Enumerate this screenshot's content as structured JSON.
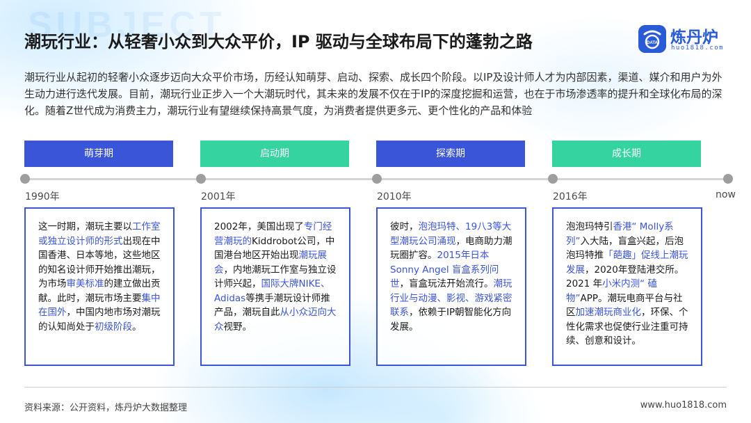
{
  "watermark": "SUBJECT",
  "title": "潮玩行业：从轻奢小众到大众平价，IP 驱动与全球布局下的蓬勃之路",
  "logo": {
    "name": "炼丹炉",
    "url": "huo1818.com",
    "mark_text": "DATA",
    "color": "#2a5bd7"
  },
  "intro": "潮玩行业从起初的轻奢小众逐步迈向大众平价市场，历经认知萌芽、启动、探索、成长四个阶段。以IP及设计师人才为内部因素，渠道、媒介和用户为外生动力进行迭代发展。目前，潮玩行业正步入一个大潮玩时代，其未来的发展不仅在于IP的深度挖掘和运营，也在于市场渗透率的提升和全球化布局的深化。随着Z世代成为消费主力，潮玩行业有望继续保持高景气度，为消费者提供更多元、更个性化的产品和体验",
  "colors": {
    "blue": "#3a55d8",
    "green": "#34d3a0",
    "timeline": "#d4d4d4",
    "dot": "#9e9e9e"
  },
  "phases": [
    {
      "label": "萌芽期",
      "color": "blue"
    },
    {
      "label": "启动期",
      "color": "green"
    },
    {
      "label": "探索期",
      "color": "blue"
    },
    {
      "label": "成长期",
      "color": "green"
    }
  ],
  "years": [
    "1990年",
    "2001年",
    "2010年",
    "2016年",
    "now"
  ],
  "descriptions": [
    [
      {
        "t": "这一时期，潮玩主要以"
      },
      {
        "t": "工作室或独立设计师的形式",
        "h": true
      },
      {
        "t": "出现在中国香港、日本等地，这些地区的知名设计师开始推出潮玩，为市场"
      },
      {
        "t": "审美标准",
        "h": true
      },
      {
        "t": "的建立做出贡献。此时，潮玩市场主要"
      },
      {
        "t": "集中在国外",
        "h": true
      },
      {
        "t": "，中国内地市场对潮玩的认知尚处于"
      },
      {
        "t": "初级阶段",
        "h": true
      },
      {
        "t": "。"
      }
    ],
    [
      {
        "t": "2002年，美国出现了"
      },
      {
        "t": "专门经营潮玩的",
        "h": true
      },
      {
        "t": "Kiddrobot"
      },
      {
        "t": "公司，中国港台地区开始出现"
      },
      {
        "t": "潮玩展会",
        "h": true
      },
      {
        "t": "，内地潮玩工作室与独立设计师兴起，"
      },
      {
        "t": "国际大牌",
        "h": true
      },
      {
        "t": "NIKE、Adidas",
        "h": true
      },
      {
        "t": "等携手潮玩设计师推产品，潮玩自此"
      },
      {
        "t": "从小众迈向大众",
        "h": true
      },
      {
        "t": "视野。"
      }
    ],
    [
      {
        "t": "彼时，"
      },
      {
        "t": "泡泡玛特、19八3等大型潮玩公司涌现",
        "h": true
      },
      {
        "t": "，电商助力潮玩圈扩容。"
      },
      {
        "t": "2015年日本Sonny Angel 盲盒系列问世",
        "h": true
      },
      {
        "t": "，盲盒玩法开始流行。"
      },
      {
        "t": "潮玩行业与动漫、影视、游戏紧密联系",
        "h": true
      },
      {
        "t": "，依赖于IP朝智能化方向发展。"
      }
    ],
    [
      {
        "t": "泡泡玛特引"
      },
      {
        "t": "香港“ Molly系列”",
        "h": true
      },
      {
        "t": "入大陆，盲盒兴起，后泡泡玛特推"
      },
      {
        "t": "「葩趣」促线上潮玩发展",
        "h": true
      },
      {
        "t": "，2020年登陆港交所。2021 年"
      },
      {
        "t": "小米内测“ 磕物”",
        "h": true
      },
      {
        "t": "APP。潮玩电商平台与社区"
      },
      {
        "t": "加速潮玩商业化",
        "h": true
      },
      {
        "t": "，环保、个性化需求也促使行业注重可持续、创意和设计。"
      }
    ]
  ],
  "footer": {
    "source": "资料来源：公开资料，炼丹炉大数据整理",
    "site": "www.huo1818.com"
  }
}
